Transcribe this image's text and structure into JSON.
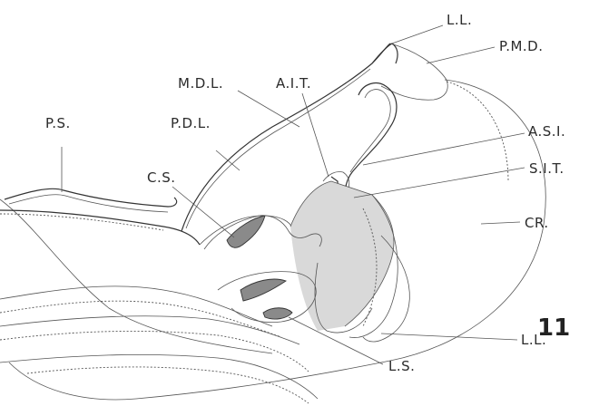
{
  "figure_number": "11",
  "labels": {
    "ll_top": "L.L.",
    "pmd": "P.M.D.",
    "mdl": "M.D.L.",
    "ait": "A.I.T.",
    "ps": "P.S.",
    "pdl": "P.D.L.",
    "asi": "A.S.I.",
    "cs": "C.S.",
    "sit": "S.I.T.",
    "cr": "CR.",
    "ll_bottom": "L.L.",
    "ls": "L.S."
  }
}
